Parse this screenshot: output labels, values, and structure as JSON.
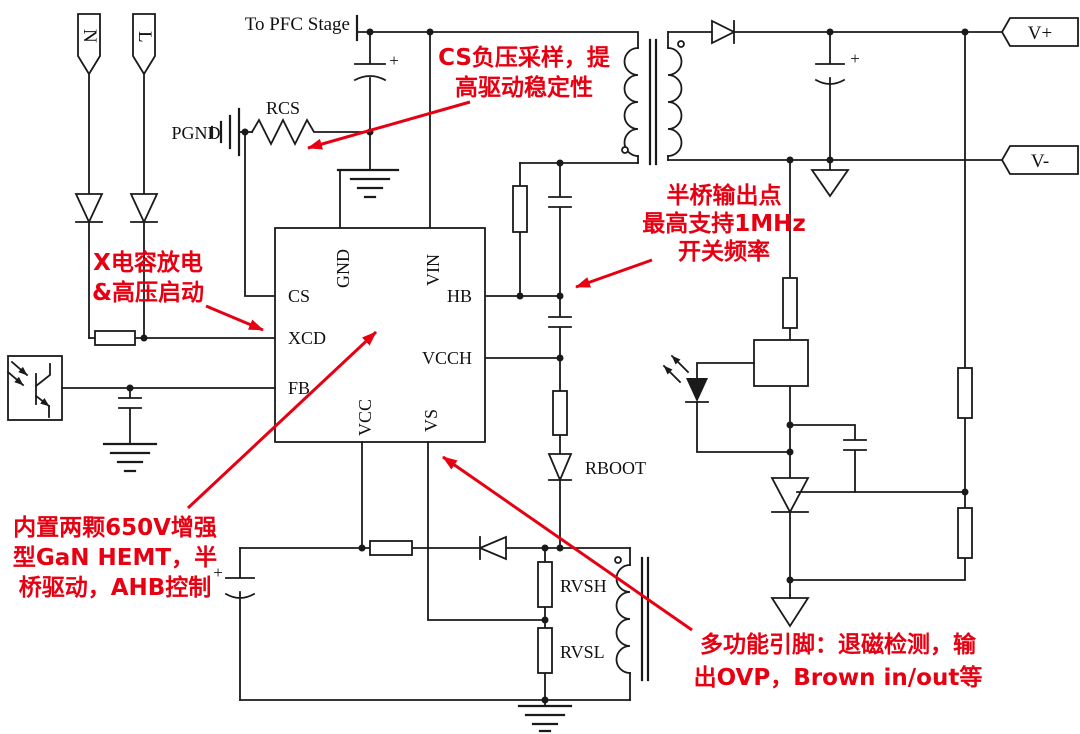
{
  "colors": {
    "wire": "#1a1a1a",
    "annotation": "#e60012",
    "background": "#ffffff"
  },
  "terminals": {
    "n": "N",
    "l": "L",
    "vplus": "V+",
    "vminus": "V-",
    "to_pfc": "To PFC Stage",
    "pgnd": "PGND"
  },
  "components": {
    "rcs": "RCS",
    "rboot": "RBOOT",
    "rvsh": "RVSH",
    "rvsl": "RVSL",
    "cap_plus": "+"
  },
  "ic": {
    "pins": {
      "cs": "CS",
      "xcd": "XCD",
      "fb": "FB",
      "gnd": "GND",
      "vin": "VIN",
      "hb": "HB",
      "vcch": "VCCH",
      "vcc": "VCC",
      "vs": "VS"
    }
  },
  "annotations": {
    "cs_note": {
      "lines": [
        "CS负压采样，提",
        "高驱动稳定性"
      ]
    },
    "xcd_note": {
      "lines": [
        "X电容放电",
        "&高压启动"
      ]
    },
    "hb_note": {
      "lines": [
        "半桥输出点",
        "最高支持1MHz",
        "开关频率"
      ]
    },
    "gan_note": {
      "lines": [
        "内置两颗650V增强",
        "型GaN HEMT，半",
        "桥驱动，AHB控制"
      ]
    },
    "vs_note": {
      "lines": [
        "多功能引脚：退磁检测，输",
        "出OVP，Brown in/out等"
      ]
    }
  }
}
